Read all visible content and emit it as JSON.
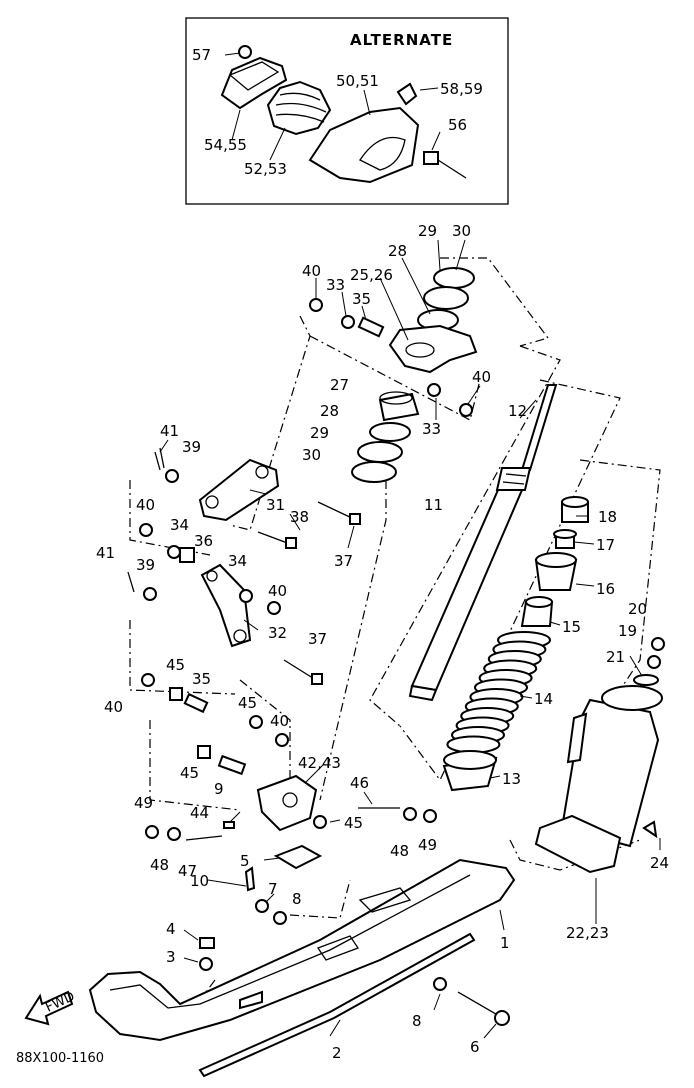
{
  "diagram": {
    "inset_title": "ALTERNATE",
    "drawing_code": "88X100-1160",
    "fwd_label": "FWD",
    "labels": {
      "l57": "57",
      "l5051": "50,51",
      "l5859": "58,59",
      "l56": "56",
      "l5455": "54,55",
      "l5253": "52,53",
      "l29a": "29",
      "l30a": "30",
      "l28a": "28",
      "l2526": "25,26",
      "l40a": "40",
      "l33a": "33",
      "l35a": "35",
      "l40b": "40",
      "l33b": "33",
      "l27": "27",
      "l28b": "28",
      "l29b": "29",
      "l30b": "30",
      "l11": "11",
      "l12": "12",
      "l41a": "41",
      "l39a": "39",
      "l31": "31",
      "l38": "38",
      "l37a": "37",
      "l40c": "40",
      "l34a": "34",
      "l36": "36",
      "l41b": "41",
      "l39b": "39",
      "l34b": "34",
      "l40d": "40",
      "l32": "32",
      "l37b": "37",
      "l18": "18",
      "l17": "17",
      "l16": "16",
      "l15": "15",
      "l14": "14",
      "l13": "13",
      "l20": "20",
      "l19": "19",
      "l21": "21",
      "l45a": "45",
      "l35b": "35",
      "l40e": "40",
      "l45b": "45",
      "l40f": "40",
      "l4243": "42,43",
      "l45c": "45",
      "l9": "9",
      "l46": "46",
      "l49a": "49",
      "l44": "44",
      "l45d": "45",
      "l48a": "48",
      "l47": "47",
      "l48b": "48",
      "l49b": "49",
      "l5": "5",
      "l10": "10",
      "l7": "7",
      "l8a": "8",
      "l24": "24",
      "l4": "4",
      "l3": "3",
      "l2223": "22,23",
      "l1": "1",
      "l8b": "8",
      "l6": "6",
      "l2": "2"
    }
  }
}
